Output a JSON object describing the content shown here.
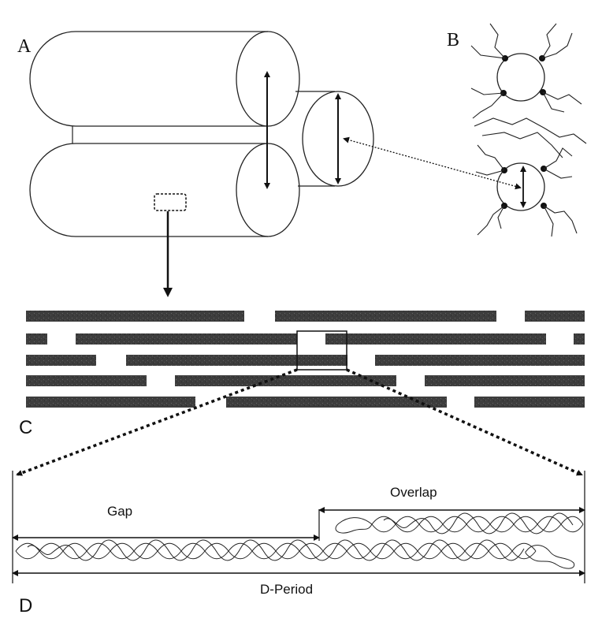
{
  "panels": {
    "a": "A",
    "b": "B",
    "c": "C",
    "d": "D"
  },
  "labels": {
    "gap": "Gap",
    "overlap": "Overlap",
    "d_period": "D-Period"
  },
  "colors": {
    "ink": "#222222",
    "bar": "#3a3a3a",
    "background": "#ffffff"
  }
}
